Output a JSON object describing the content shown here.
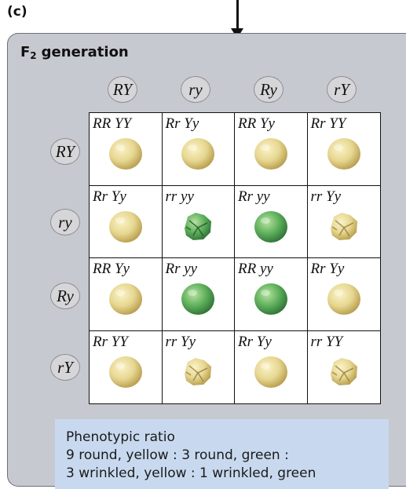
{
  "panel_label": "(c)",
  "title": {
    "main": "F",
    "subscript": "2",
    "rest": "generation"
  },
  "column_gametes": [
    "RY",
    "ry",
    "Ry",
    "rY"
  ],
  "row_gametes": [
    "RY",
    "ry",
    "Ry",
    "rY"
  ],
  "cells": [
    [
      {
        "genotype": "RR YY",
        "phenotype": "round-yellow"
      },
      {
        "genotype": "Rr Yy",
        "phenotype": "round-yellow"
      },
      {
        "genotype": "RR Yy",
        "phenotype": "round-yellow"
      },
      {
        "genotype": "Rr YY",
        "phenotype": "round-yellow"
      }
    ],
    [
      {
        "genotype": "Rr Yy",
        "phenotype": "round-yellow"
      },
      {
        "genotype": "rr yy",
        "phenotype": "wrinkled-green"
      },
      {
        "genotype": "Rr yy",
        "phenotype": "round-green"
      },
      {
        "genotype": "rr Yy",
        "phenotype": "wrinkled-yellow"
      }
    ],
    [
      {
        "genotype": "RR Yy",
        "phenotype": "round-yellow"
      },
      {
        "genotype": "Rr yy",
        "phenotype": "round-green"
      },
      {
        "genotype": "RR yy",
        "phenotype": "round-green"
      },
      {
        "genotype": "Rr Yy",
        "phenotype": "round-yellow"
      }
    ],
    [
      {
        "genotype": "Rr YY",
        "phenotype": "round-yellow"
      },
      {
        "genotype": "rr Yy",
        "phenotype": "wrinkled-yellow"
      },
      {
        "genotype": "Rr Yy",
        "phenotype": "round-yellow"
      },
      {
        "genotype": "rr YY",
        "phenotype": "wrinkled-yellow"
      }
    ]
  ],
  "ratio": {
    "heading": "Phenotypic ratio",
    "line1": "9 round, yellow : 3 round, green :",
    "line2": "3 wrinkled, yellow : 1 wrinkled, green"
  },
  "colors": {
    "panel_bg": "#c7c9d0",
    "ratio_bg": "#c8d9ef",
    "pea_yellow": "#e6d690",
    "pea_green": "#5cae5a"
  }
}
